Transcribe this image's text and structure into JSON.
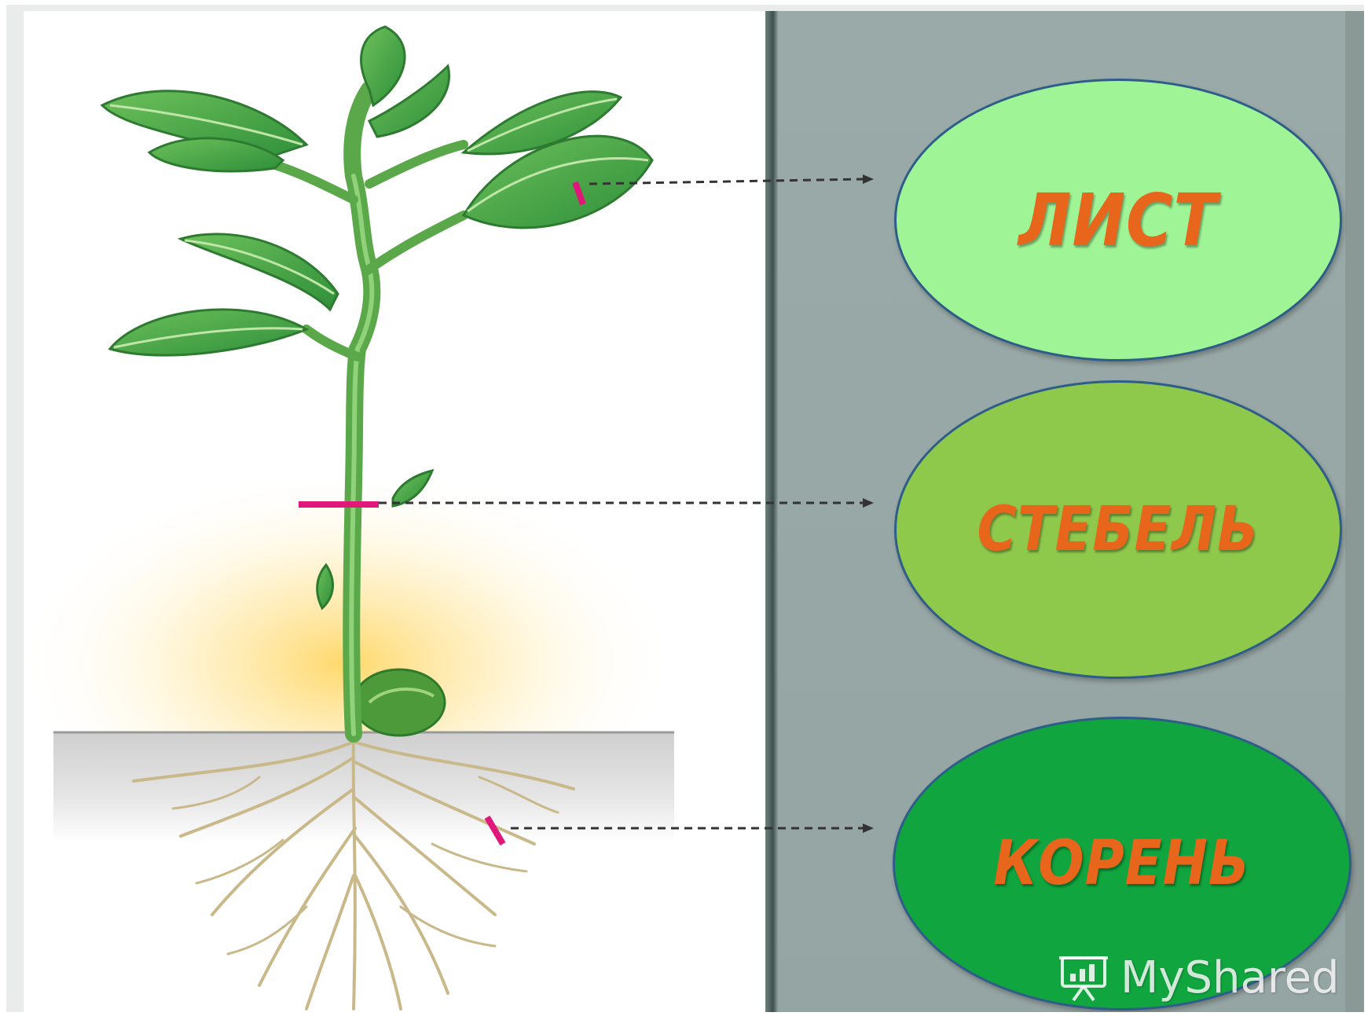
{
  "labels": {
    "leaf": "ЛИСТ",
    "stem": "СТЕБЕЛЬ",
    "root": "КОРЕНЬ"
  },
  "watermark": {
    "text": "MyShared",
    "icon": "presentation-board-icon"
  },
  "colors": {
    "leaf_fill": "#9ff596",
    "stem_fill": "#8fc94c",
    "root_fill": "#10a53e",
    "label_text": "#e8661c",
    "marker": "#e0187a",
    "panel_right": "#9aaaa8"
  }
}
